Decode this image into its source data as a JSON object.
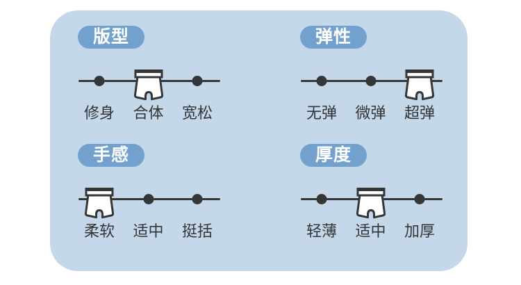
{
  "card": {
    "background_color": "#c5d8e9",
    "page_background_color": "#ffffff"
  },
  "theme": {
    "badge_background": "#72a1cd",
    "badge_text_color": "#ffffff",
    "line_color": "#343638",
    "label_color": "#333538",
    "icon_fill": "#ffffff",
    "icon_outline": "#343638",
    "icon_name": "boxer-briefs-icon"
  },
  "attributes": [
    {
      "id": "fit",
      "badge": "版型",
      "labels": [
        "修身",
        "合体",
        "宽松"
      ],
      "selected_index": 1,
      "selected_label": "合体"
    },
    {
      "id": "elasticity",
      "badge": "弹性",
      "labels": [
        "无弹",
        "微弹",
        "超弹"
      ],
      "selected_index": 2,
      "selected_label": "超弹"
    },
    {
      "id": "hand-feel",
      "badge": "手感",
      "labels": [
        "柔软",
        "适中",
        "挺括"
      ],
      "selected_index": 0,
      "selected_label": "柔软"
    },
    {
      "id": "thickness",
      "badge": "厚度",
      "labels": [
        "轻薄",
        "适中",
        "加厚"
      ],
      "selected_index": 1,
      "selected_label": "适中"
    }
  ]
}
